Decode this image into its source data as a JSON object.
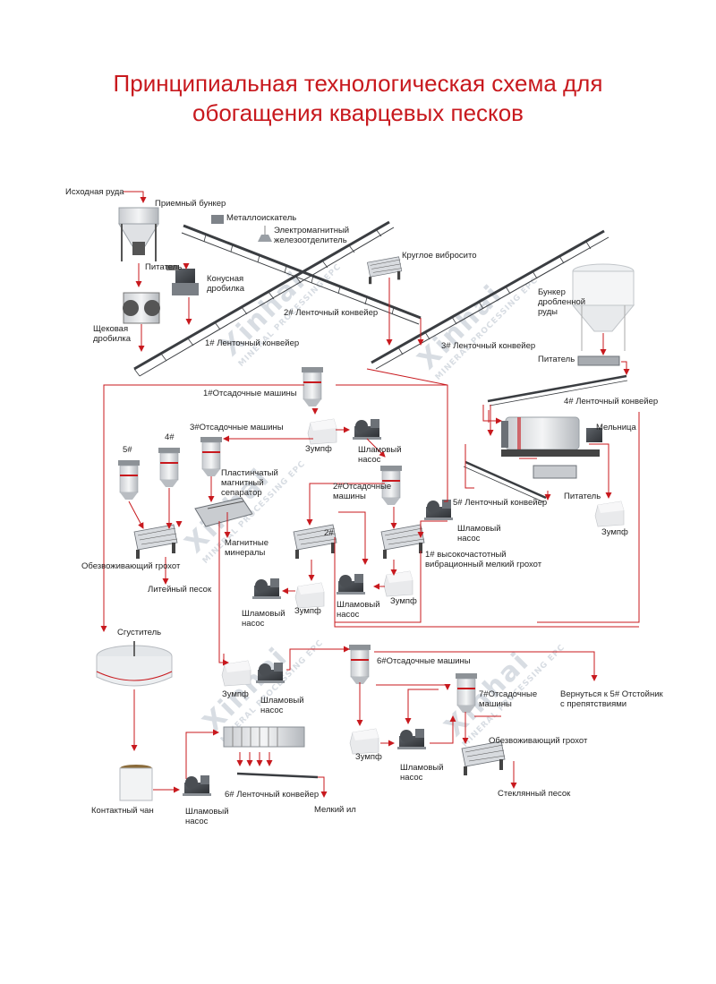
{
  "title": {
    "line1": "Принципиальная технологическая схема для",
    "line2": "обогащения кварцевых песков"
  },
  "colors": {
    "accent": "#c8191e",
    "flow_line": "#c8191e",
    "equipment": "#9aa0a6"
  },
  "watermark": {
    "brand": "Xinhai",
    "tagline": "MINERAL PROCESSING EPC"
  },
  "labels": {
    "raw_ore": "Исходная руда",
    "receiving_bin": "Приемный бункер",
    "metal_detector": "Металлоискатель",
    "electromagnetic_separator": "Электромагнитный железоотделитель",
    "feeder_1": "Питатель",
    "cone_crusher": "Конусная дробилка",
    "jaw_crusher": "Щековая дробилка",
    "belt_conveyor_2": "2# Ленточный конвейер",
    "belt_conveyor_1": "1# Ленточный конвейер",
    "circular_screen": "Круглое вибросито",
    "belt_conveyor_3": "3# Ленточный конвейер",
    "crushed_ore_bin": "Бункер дробленной руды",
    "feeder_2": "Питатель",
    "belt_conveyor_4": "4# Ленточный конвейер",
    "jig_1": "1#Отсадочные машины",
    "sump_1": "Зумпф",
    "slurry_pump_1": "Шламовый насос",
    "jig_3": "3#Отсадочные машины",
    "jig_4": "4#",
    "jig_5": "5#",
    "plate_magnetic_separator": "Пластинчатый магнитный сепаратор",
    "mill": "Мельница",
    "jig_2": "2#Отсадочные машины",
    "belt_conveyor_5": "5# Ленточный конвейер",
    "feeder_3": "Питатель",
    "slurry_pump_2": "Шламовый насос",
    "sump_2": "Зумпф",
    "dewatering_screen_1": "Обезвоживающий грохот",
    "magnetic_minerals": "Магнитные минералы",
    "screen_2": "2#",
    "hf_screen_1": "1# высокочастотный вибрационный мелкий грохот",
    "foundry_sand": "Литейный песок",
    "slurry_pump_3": "Шламовый насос",
    "sump_3": "Зумпф",
    "slurry_pump_4": "Шламовый насос",
    "sump_4": "Зумпф",
    "thickener": "Сгуститель",
    "sump_5": "Зумпф",
    "slurry_pump_5": "Шламовый насос",
    "jig_6": "6#Отсадочные машины",
    "jig_7": "7#Отсадочные машины",
    "return_note": "Вернуться к 5# Отстойник с препятствиями",
    "sump_6": "Зумпф",
    "slurry_pump_6": "Шламовый насос",
    "dewatering_screen_2": "Обезвоживающий грохот",
    "glass_sand": "Стеклянный песок",
    "agitation_tank": "Контактный чан",
    "slurry_pump_7": "Шламовый насос",
    "belt_conveyor_6": "6# Ленточный конвейер",
    "fine_slime": "Мелкий ил"
  }
}
